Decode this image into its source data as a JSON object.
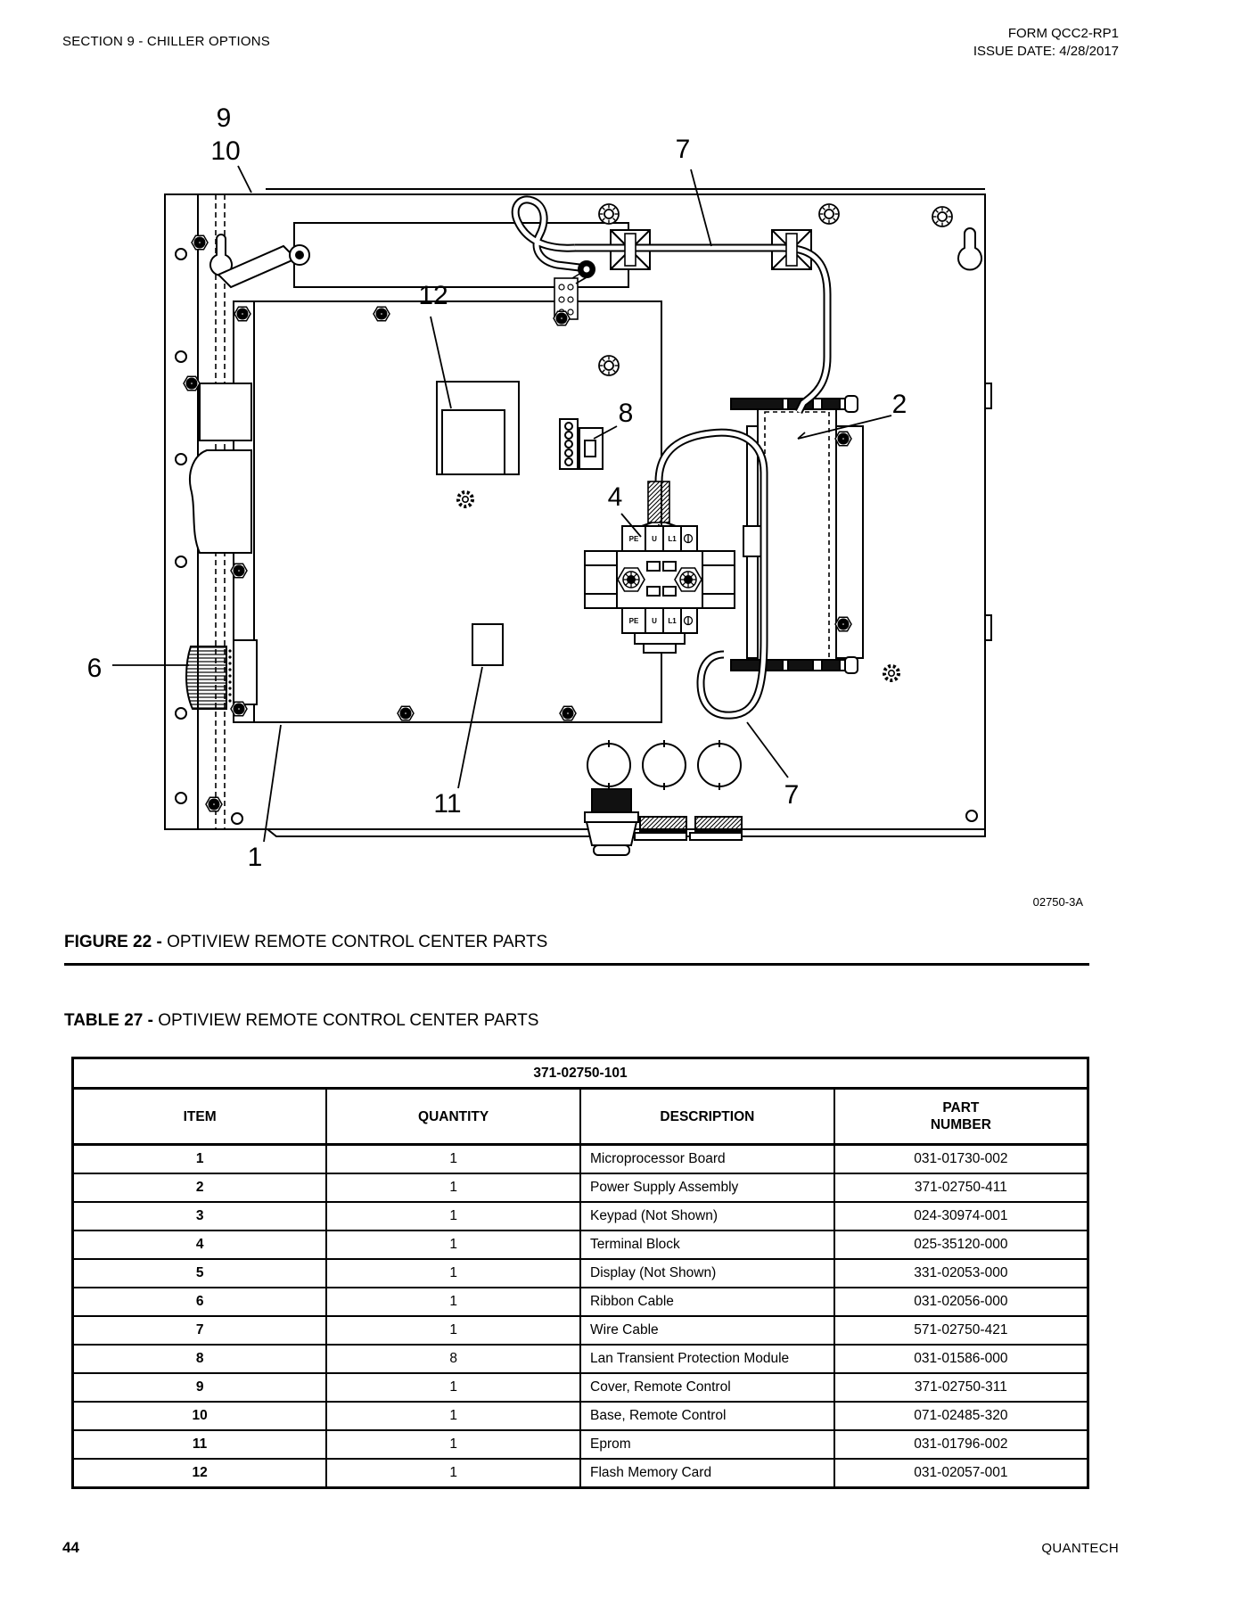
{
  "header": {
    "section": "SECTION 9 - CHILLER OPTIONS",
    "form": "FORM QCC2-RP1",
    "issue_date": "ISSUE DATE: 4/28/2017"
  },
  "figure": {
    "caption_label": "FIGURE 22 -",
    "caption_title": "OPTIVIEW REMOTE CONTROL CENTER PARTS",
    "drawing_number": "02750-3A",
    "callouts": [
      "9",
      "10",
      "7",
      "12",
      "8",
      "2",
      "4",
      "6",
      "11",
      "1",
      "7"
    ],
    "terminal_labels": {
      "pe": "PE",
      "u": "U",
      "l1": "L1"
    }
  },
  "table": {
    "caption_label": "TABLE 27 -",
    "caption_title": "OPTIVIEW REMOTE CONTROL CENTER PARTS",
    "part_group": "371-02750-101",
    "columns": {
      "item": "ITEM",
      "quantity": "QUANTITY",
      "description": "DESCRIPTION",
      "part_line1": "PART",
      "part_line2": "NUMBER"
    },
    "rows": [
      {
        "item": "1",
        "quantity": "1",
        "description": "Microprocessor Board",
        "part_number": "031-01730-002"
      },
      {
        "item": "2",
        "quantity": "1",
        "description": "Power Supply Assembly",
        "part_number": "371-02750-411"
      },
      {
        "item": "3",
        "quantity": "1",
        "description": "Keypad (Not Shown)",
        "part_number": "024-30974-001"
      },
      {
        "item": "4",
        "quantity": "1",
        "description": "Terminal Block",
        "part_number": "025-35120-000"
      },
      {
        "item": "5",
        "quantity": "1",
        "description": "Display (Not Shown)",
        "part_number": "331-02053-000"
      },
      {
        "item": "6",
        "quantity": "1",
        "description": "Ribbon Cable",
        "part_number": "031-02056-000"
      },
      {
        "item": "7",
        "quantity": "1",
        "description": "Wire Cable",
        "part_number": "571-02750-421"
      },
      {
        "item": "8",
        "quantity": "8",
        "description": "Lan Transient Protection Module",
        "part_number": "031-01586-000"
      },
      {
        "item": "9",
        "quantity": "1",
        "description": "Cover, Remote Control",
        "part_number": "371-02750-311"
      },
      {
        "item": "10",
        "quantity": "1",
        "description": "Base, Remote Control",
        "part_number": "071-02485-320"
      },
      {
        "item": "11",
        "quantity": "1",
        "description": "Eprom",
        "part_number": "031-01796-002"
      },
      {
        "item": "12",
        "quantity": "1",
        "description": "Flash Memory Card",
        "part_number": "031-02057-001"
      }
    ]
  },
  "footer": {
    "page_number": "44",
    "brand": "QUANTECH"
  }
}
